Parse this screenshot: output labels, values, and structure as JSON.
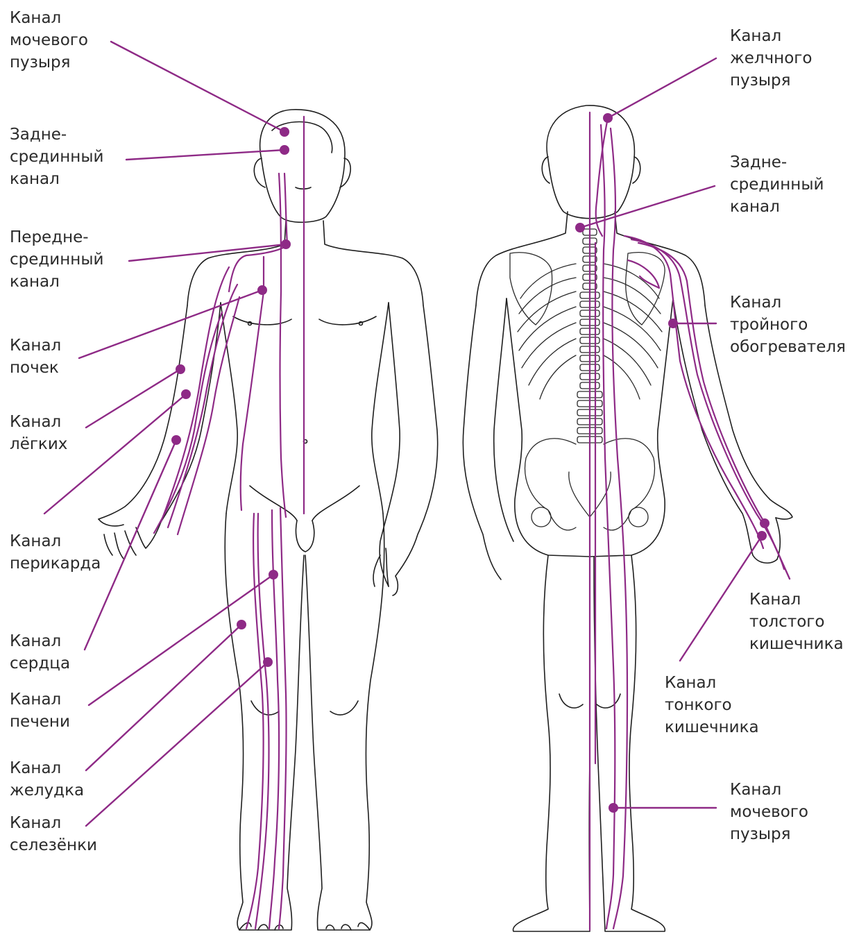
{
  "colors": {
    "meridian": "#8e2a86",
    "outline": "#1e1e1e",
    "background": "#ffffff"
  },
  "labels_front": [
    {
      "lines": [
        "Канал",
        "мочевого",
        "пузыря"
      ]
    },
    {
      "lines": [
        "Задне-",
        "срединный",
        "канал"
      ]
    },
    {
      "lines": [
        "Передне-",
        "срединный",
        "канал"
      ]
    },
    {
      "lines": [
        "Канал",
        "почек"
      ]
    },
    {
      "lines": [
        "Канал",
        "лёгких"
      ]
    },
    {
      "lines": [
        "Канал",
        "перикарда"
      ]
    },
    {
      "lines": [
        "Канал",
        "сердца"
      ]
    },
    {
      "lines": [
        "Канал",
        "печени"
      ]
    },
    {
      "lines": [
        "Канал",
        "желудка"
      ]
    },
    {
      "lines": [
        "Канал",
        "селезёнки"
      ]
    }
  ],
  "labels_back": [
    {
      "lines": [
        "Канал",
        "желчного",
        "пузыря"
      ]
    },
    {
      "lines": [
        "Задне-",
        "срединный",
        "канал"
      ]
    },
    {
      "lines": [
        "Канал",
        "тройного",
        "обогревателя"
      ]
    },
    {
      "lines": [
        "Канал",
        "толстого",
        "кишечника"
      ]
    },
    {
      "lines": [
        "Канал",
        "тонкого",
        "кишечника"
      ]
    },
    {
      "lines": [
        "Канал",
        "мочевого",
        "пузыря"
      ]
    }
  ]
}
